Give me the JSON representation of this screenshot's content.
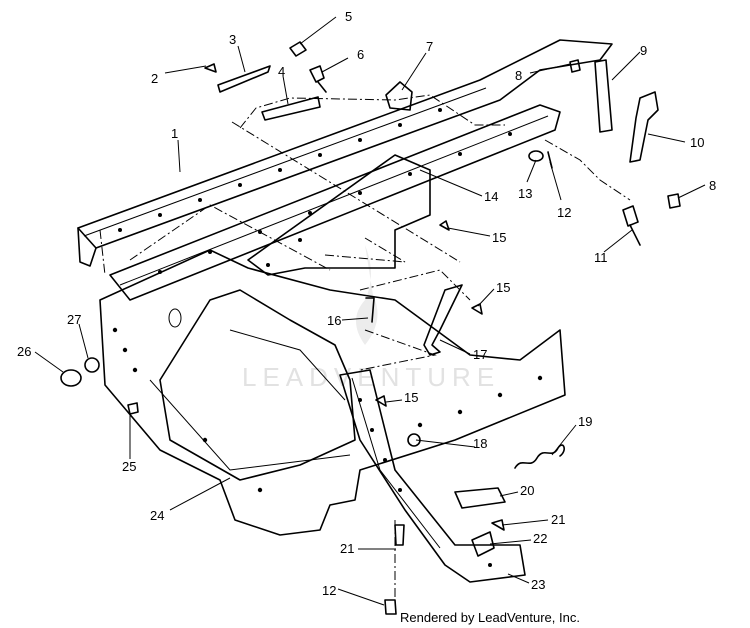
{
  "watermark": "LEADVENTURE",
  "footer": "Rendered by LeadVenture, Inc.",
  "callouts": [
    {
      "id": "c1",
      "text": "1"
    },
    {
      "id": "c2",
      "text": "2"
    },
    {
      "id": "c3",
      "text": "3"
    },
    {
      "id": "c4",
      "text": "4"
    },
    {
      "id": "c5",
      "text": "5"
    },
    {
      "id": "c6",
      "text": "6"
    },
    {
      "id": "c7",
      "text": "7"
    },
    {
      "id": "c8a",
      "text": "8"
    },
    {
      "id": "c8b",
      "text": "8"
    },
    {
      "id": "c9",
      "text": "9"
    },
    {
      "id": "c10",
      "text": "10"
    },
    {
      "id": "c11",
      "text": "11"
    },
    {
      "id": "c12a",
      "text": "12"
    },
    {
      "id": "c12b",
      "text": "12"
    },
    {
      "id": "c13",
      "text": "13"
    },
    {
      "id": "c14",
      "text": "14"
    },
    {
      "id": "c15a",
      "text": "15"
    },
    {
      "id": "c15b",
      "text": "15"
    },
    {
      "id": "c15c",
      "text": "15"
    },
    {
      "id": "c16",
      "text": "16"
    },
    {
      "id": "c17",
      "text": "17"
    },
    {
      "id": "c18",
      "text": "18"
    },
    {
      "id": "c19",
      "text": "19"
    },
    {
      "id": "c20",
      "text": "20"
    },
    {
      "id": "c21a",
      "text": "21"
    },
    {
      "id": "c21b",
      "text": "21"
    },
    {
      "id": "c22",
      "text": "22"
    },
    {
      "id": "c23",
      "text": "23"
    },
    {
      "id": "c24",
      "text": "24"
    },
    {
      "id": "c25",
      "text": "25"
    },
    {
      "id": "c26",
      "text": "26"
    },
    {
      "id": "c27",
      "text": "27"
    }
  ]
}
